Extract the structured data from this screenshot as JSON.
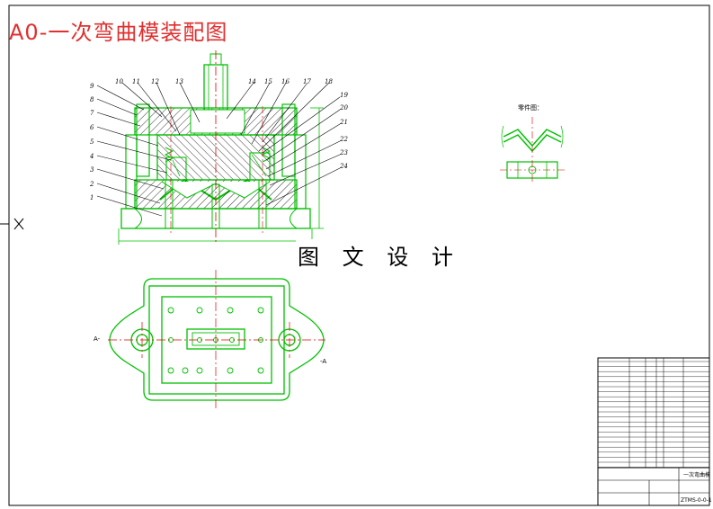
{
  "header": {
    "title": "A0-一次弯曲模装配图"
  },
  "watermark": {
    "text": "图 文 设 计"
  },
  "part_view": {
    "label": "零件图："
  },
  "callouts": {
    "left": [
      "1",
      "2",
      "3",
      "4",
      "5",
      "6",
      "7",
      "8",
      "9",
      "10",
      "11",
      "12",
      "13"
    ],
    "right": [
      "14",
      "15",
      "16",
      "17",
      "18",
      "19",
      "20",
      "21",
      "22",
      "23",
      "24"
    ]
  },
  "section_marks": {
    "left": "A-",
    "right": "-A"
  },
  "title_block": {
    "drawing_no": "ZTMS-0-0-1",
    "name": "一次弯曲模"
  },
  "colors": {
    "outline": "#00c000",
    "hatch": "#000000",
    "centerline": "#e00000",
    "title": "#e03030",
    "callout": "#000000"
  }
}
